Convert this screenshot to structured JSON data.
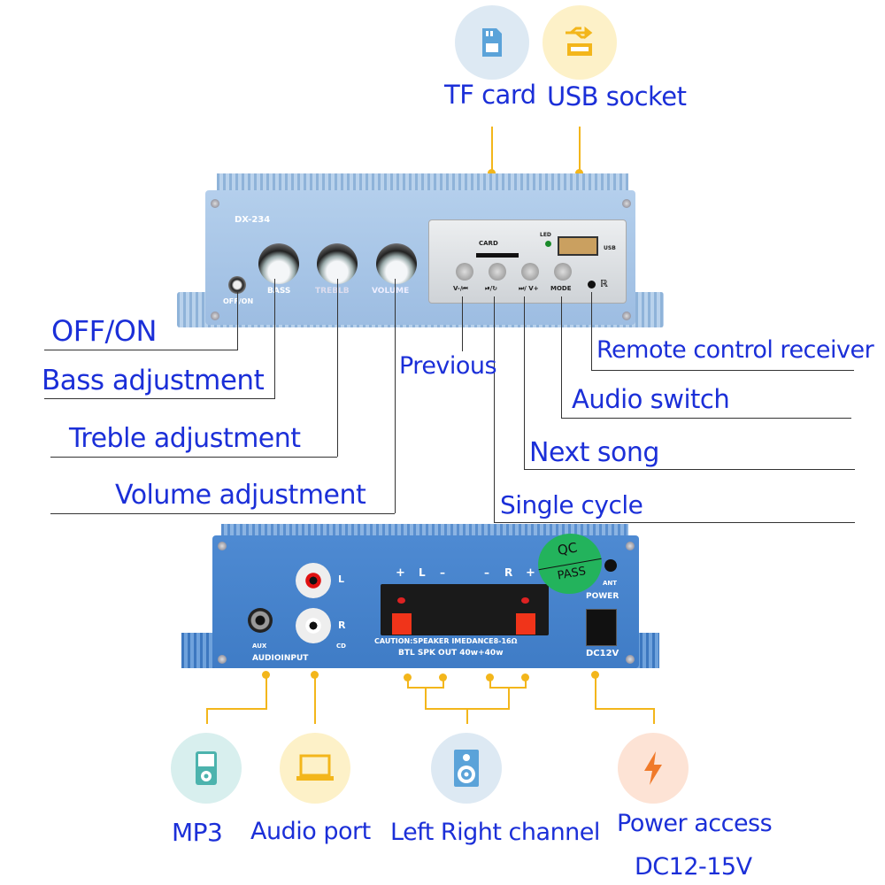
{
  "top_features": [
    {
      "label": "TF card",
      "icon": "sd-card-icon",
      "bg": "#dde9f3"
    },
    {
      "label": "USB socket",
      "icon": "usb-icon",
      "bg": "#fdf1c8"
    }
  ],
  "front_panel": {
    "model": "DX-234",
    "power_label": "OFF/ON",
    "knobs": [
      "BASS",
      "TREBLB",
      "VOLUME"
    ],
    "card_label": "CARD",
    "led_label": "LED",
    "usb_label": "USB",
    "buttons": [
      "V-/⏮",
      "⏯/↻",
      "⏭/ V+",
      "MODE"
    ],
    "ir_symbol": "ℝ"
  },
  "front_callouts": {
    "off_on": "OFF/ON",
    "bass": "Bass adjustment",
    "treble": "Treble adjustment",
    "volume": "Volume adjustment",
    "previous": "Previous",
    "remote": "Remote control receiver",
    "audio_switch": "Audio switch",
    "next": "Next song",
    "single_cycle": "Single cycle"
  },
  "back_panel": {
    "rca_l": "L",
    "rca_r": "R",
    "cd": "CD",
    "aux": "AUX",
    "audio_input": "AUDIOINPUT",
    "terminals": [
      "+",
      "L",
      "–",
      "–",
      "R",
      "+"
    ],
    "caution": "CAUTION:SPEAKER IMEDANCE8-16Ω",
    "output": "BTL SPK OUT  40w+40w",
    "qc": "QC",
    "pass": "PASS",
    "ant": "ANT",
    "power": "POWER",
    "dc": "DC12V"
  },
  "bottom_features": [
    {
      "label": "MP3",
      "icon": "mp3-player-icon",
      "bg": "#d8efee"
    },
    {
      "label": "Audio port",
      "icon": "laptop-icon",
      "bg": "#fdf1c8"
    },
    {
      "label": "Left Right channel",
      "icon": "speaker-icon",
      "bg": "#dde9f3"
    },
    {
      "label": "Power access",
      "sub": "DC12-15V",
      "icon": "lightning-icon",
      "bg": "#fde3d5"
    }
  ],
  "colors": {
    "label": "#1b2fd8",
    "connector": "#f3b61b",
    "panel_front": "#a9c6e6",
    "panel_back": "#4a86cf"
  }
}
